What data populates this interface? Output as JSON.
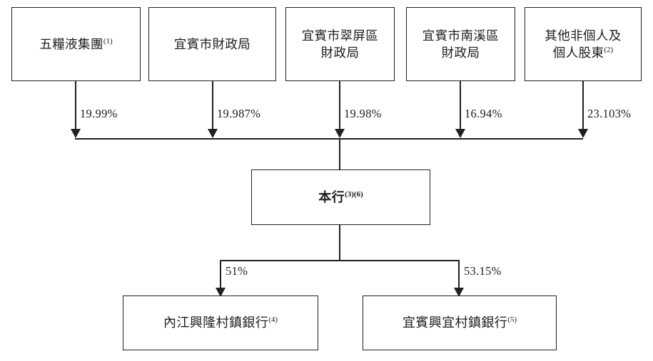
{
  "diagram": {
    "type": "org-ownership-chart",
    "orientation": "top-down",
    "shareholders": [
      {
        "id": "wuliangye-group",
        "name": "五糧液集團",
        "footnote": "(1)",
        "ownership": "19.99%"
      },
      {
        "id": "yibin-finance-bureau",
        "name": "宜賓市財政局",
        "footnote": "",
        "ownership": "19.987%"
      },
      {
        "id": "cuiping-finance-bureau",
        "name": "宜賓市翠屏區\n財政局",
        "footnote": "",
        "ownership": "19.98%"
      },
      {
        "id": "nanxi-finance-bureau",
        "name": "宜賓市南溪區\n財政局",
        "footnote": "",
        "ownership": "16.94%"
      },
      {
        "id": "other-shareholders",
        "name": "其他非個人及\n個人股東",
        "footnote": "(2)",
        "ownership": "23.103%"
      }
    ],
    "company": {
      "id": "the-bank",
      "name": "本行",
      "footnote": "(3)(6)"
    },
    "subsidiaries": [
      {
        "id": "neijiang-xinglong-bank",
        "name": "內江興隆村鎮銀行",
        "footnote": "(4)",
        "ownership": "51%"
      },
      {
        "id": "yibin-xingyi-bank",
        "name": "宜賓興宜村鎮銀行",
        "footnote": "(5)",
        "ownership": "53.15%"
      }
    ],
    "colors": {
      "line": "#231f20",
      "box_border": "#231f20",
      "background": "#ffffff",
      "text": "#1d1d1d"
    }
  }
}
